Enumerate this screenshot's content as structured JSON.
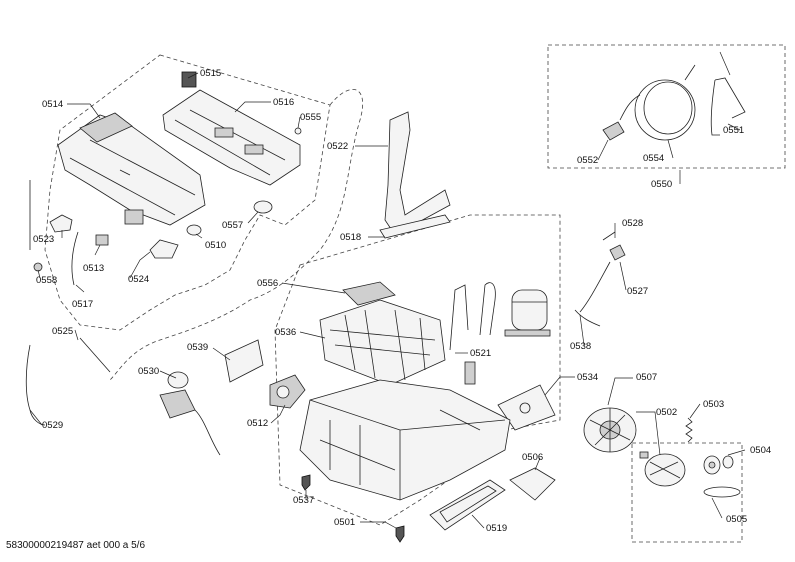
{
  "document_id": "58300000219487 aet 000 a 5/6",
  "parts": {
    "p0501": "0501",
    "p0502": "0502",
    "p0503": "0503",
    "p0504": "0504",
    "p0505": "0505",
    "p0506": "0506",
    "p0507": "0507",
    "p0510": "0510",
    "p0512": "0512",
    "p0513": "0513",
    "p0514": "0514",
    "p0515": "0515",
    "p0516": "0516",
    "p0517": "0517",
    "p0518": "0518",
    "p0519": "0519",
    "p0521": "0521",
    "p0522": "0522",
    "p0523": "0523",
    "p0524": "0524",
    "p0525": "0525",
    "p0527": "0527",
    "p0528": "0528",
    "p0529": "0529",
    "p0530": "0530",
    "p0534": "0534",
    "p0536": "0536",
    "p0537": "0537",
    "p0538": "0538",
    "p0539": "0539",
    "p0550": "0550",
    "p0551": "0551",
    "p0552": "0552",
    "p0554": "0554",
    "p0555": "0555",
    "p0556": "0556",
    "p0557": "0557",
    "p0558": "0558"
  }
}
